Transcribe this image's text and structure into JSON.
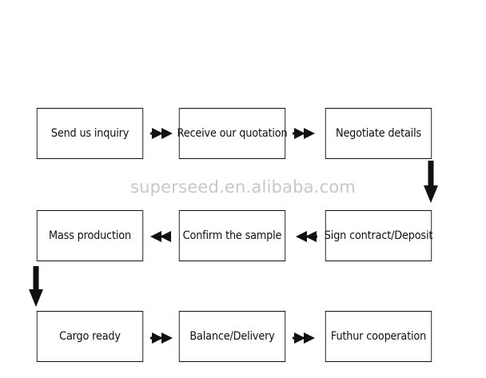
{
  "watermark": "superseed.en.alibaba.com",
  "steps": [
    {
      "label": "Send us inquiry"
    },
    {
      "label": "Receive our quotation"
    },
    {
      "label": "Negotiate details"
    },
    {
      "label": "Sign contract/Deposit"
    },
    {
      "label": "Confirm the sample"
    },
    {
      "label": "Mass production"
    },
    {
      "label": "Cargo ready"
    },
    {
      "label": "Balance/Delivery"
    },
    {
      "label": "Futhur cooperation"
    }
  ],
  "colors": {
    "stroke": "#111111",
    "watermark": "#c8c8c8"
  }
}
